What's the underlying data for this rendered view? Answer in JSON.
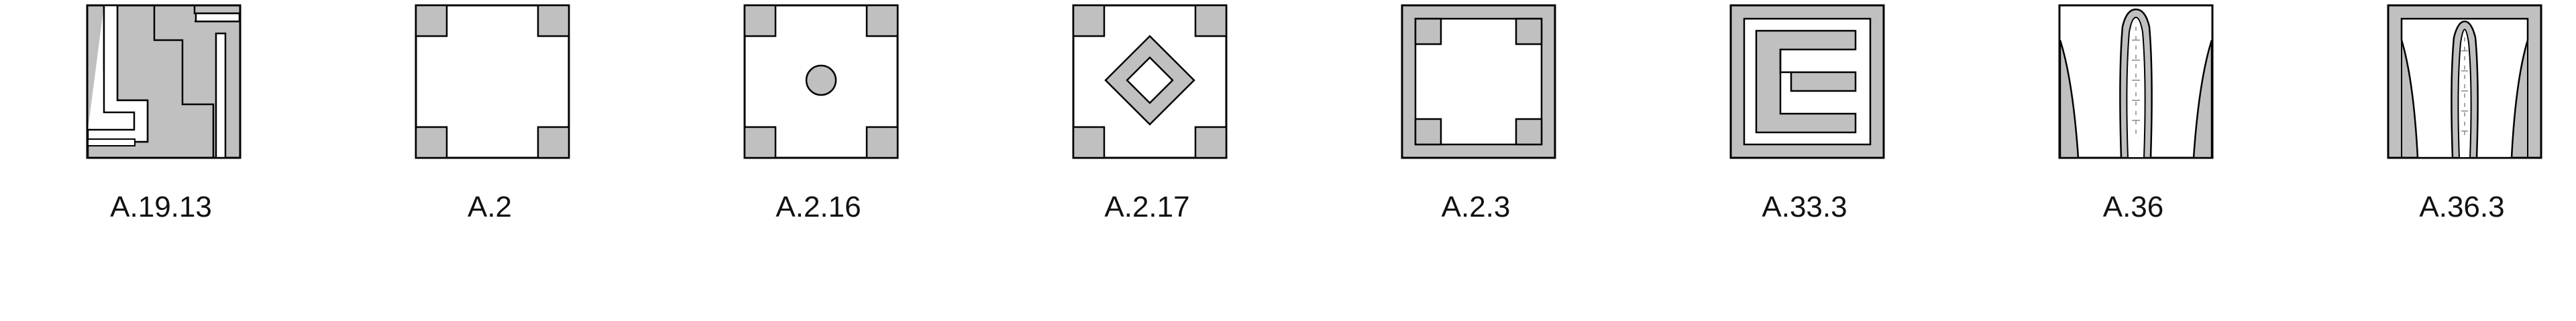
{
  "colors": {
    "fill": "#c0c0c0",
    "stroke": "#000000",
    "background": "#ffffff"
  },
  "tiles": [
    {
      "id": "a-19-13",
      "label": "A.19.13"
    },
    {
      "id": "a-2",
      "label": "A.2"
    },
    {
      "id": "a-2-16",
      "label": "A.2.16"
    },
    {
      "id": "a-2-17",
      "label": "A.2.17"
    },
    {
      "id": "a-2-3",
      "label": "A.2.3"
    },
    {
      "id": "a-33-3",
      "label": "A.33.3"
    },
    {
      "id": "a-36",
      "label": "A.36"
    },
    {
      "id": "a-36-3",
      "label": "A.36.3"
    }
  ]
}
